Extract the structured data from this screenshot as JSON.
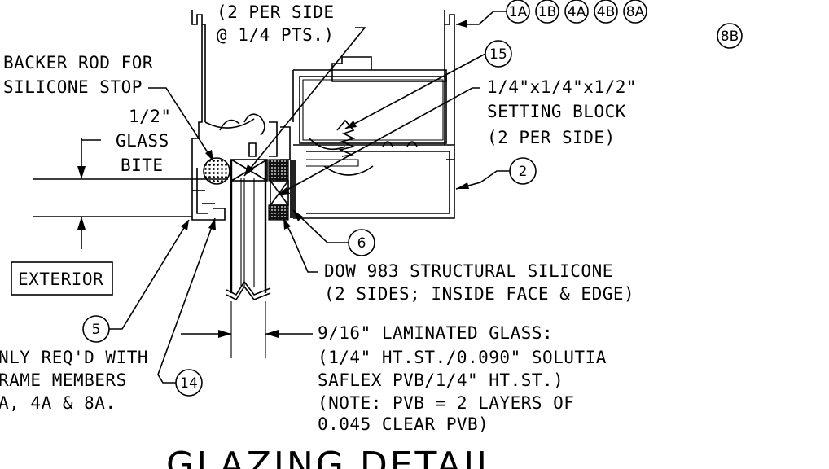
{
  "notes": {
    "per_side_line1": "(2 PER SIDE",
    "per_side_line2": "@ 1/4 PTS.)",
    "backer_rod_line1": "BACKER ROD FOR",
    "backer_rod_line2": "SILICONE STOP",
    "glass_bite_line1": "1/2\"",
    "glass_bite_line2": "GLASS",
    "glass_bite_line3": "BITE",
    "exterior": "EXTERIOR",
    "setting_block_line1": "1/4\"x1/4\"x1/2\"",
    "setting_block_line2": "SETTING BLOCK",
    "setting_block_line3": "(2 PER SIDE)",
    "silicone_line1": "DOW 983 STRUCTURAL SILICONE",
    "silicone_line2": "(2 SIDES; INSIDE FACE & EDGE)",
    "glass_line1": "9/16\" LAMINATED GLASS:",
    "glass_line2": "(1/4\" HT.ST./0.090\" SOLUTIA",
    "glass_line3": "SAFLEX PVB/1/4\" HT.ST.)",
    "glass_line4": "(NOTE: PVB = 2 LAYERS OF",
    "glass_line5": "0.045 CLEAR PVB)",
    "only_reqd_line1": "NLY REQ'D WITH",
    "only_reqd_line2": "RAME MEMBERS",
    "only_reqd_line3": "A, 4A & 8A."
  },
  "tags": {
    "t1a": "1A",
    "t1b": "1B",
    "t4a": "4A",
    "t4b": "4B",
    "t8a": "8A",
    "t8b": "8B",
    "t15": "15",
    "t2": "2",
    "t6": "6",
    "t5": "5",
    "t14": "14"
  },
  "title": "GLAZING DETAIL"
}
